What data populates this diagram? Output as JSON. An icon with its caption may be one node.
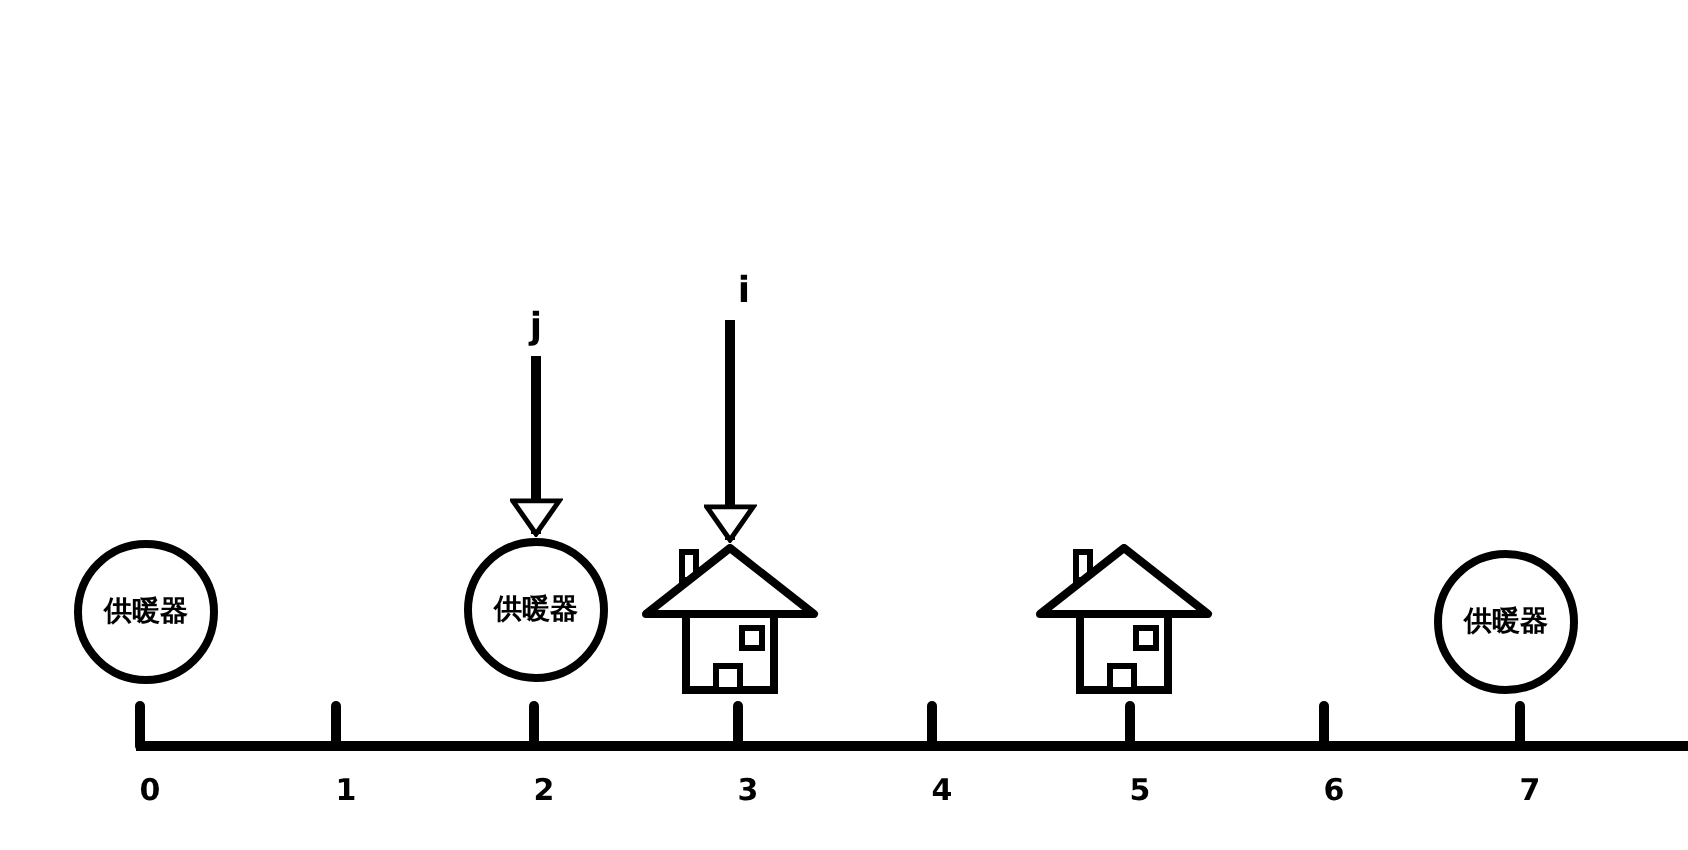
{
  "diagram": {
    "nodes": [
      {
        "text": [
          "供暖器"
        ]
      },
      {
        "text": [
          "供暖器"
        ]
      },
      {
        "text": [],
        "shape": "house"
      },
      {
        "text": [],
        "shape": "house"
      },
      {
        "text": [
          "供暖器"
        ]
      },
      {
        "text": [
          "j"
        ]
      },
      {
        "text": [
          "i"
        ]
      }
    ],
    "edges": [
      {
        "from": 5,
        "to": 1,
        "arrow": "to"
      },
      {
        "from": 6,
        "to": 2,
        "arrow": "to"
      }
    ],
    "labels": [
      "0",
      "1",
      "2",
      "3",
      "4",
      "5",
      "6",
      "7"
    ]
  }
}
